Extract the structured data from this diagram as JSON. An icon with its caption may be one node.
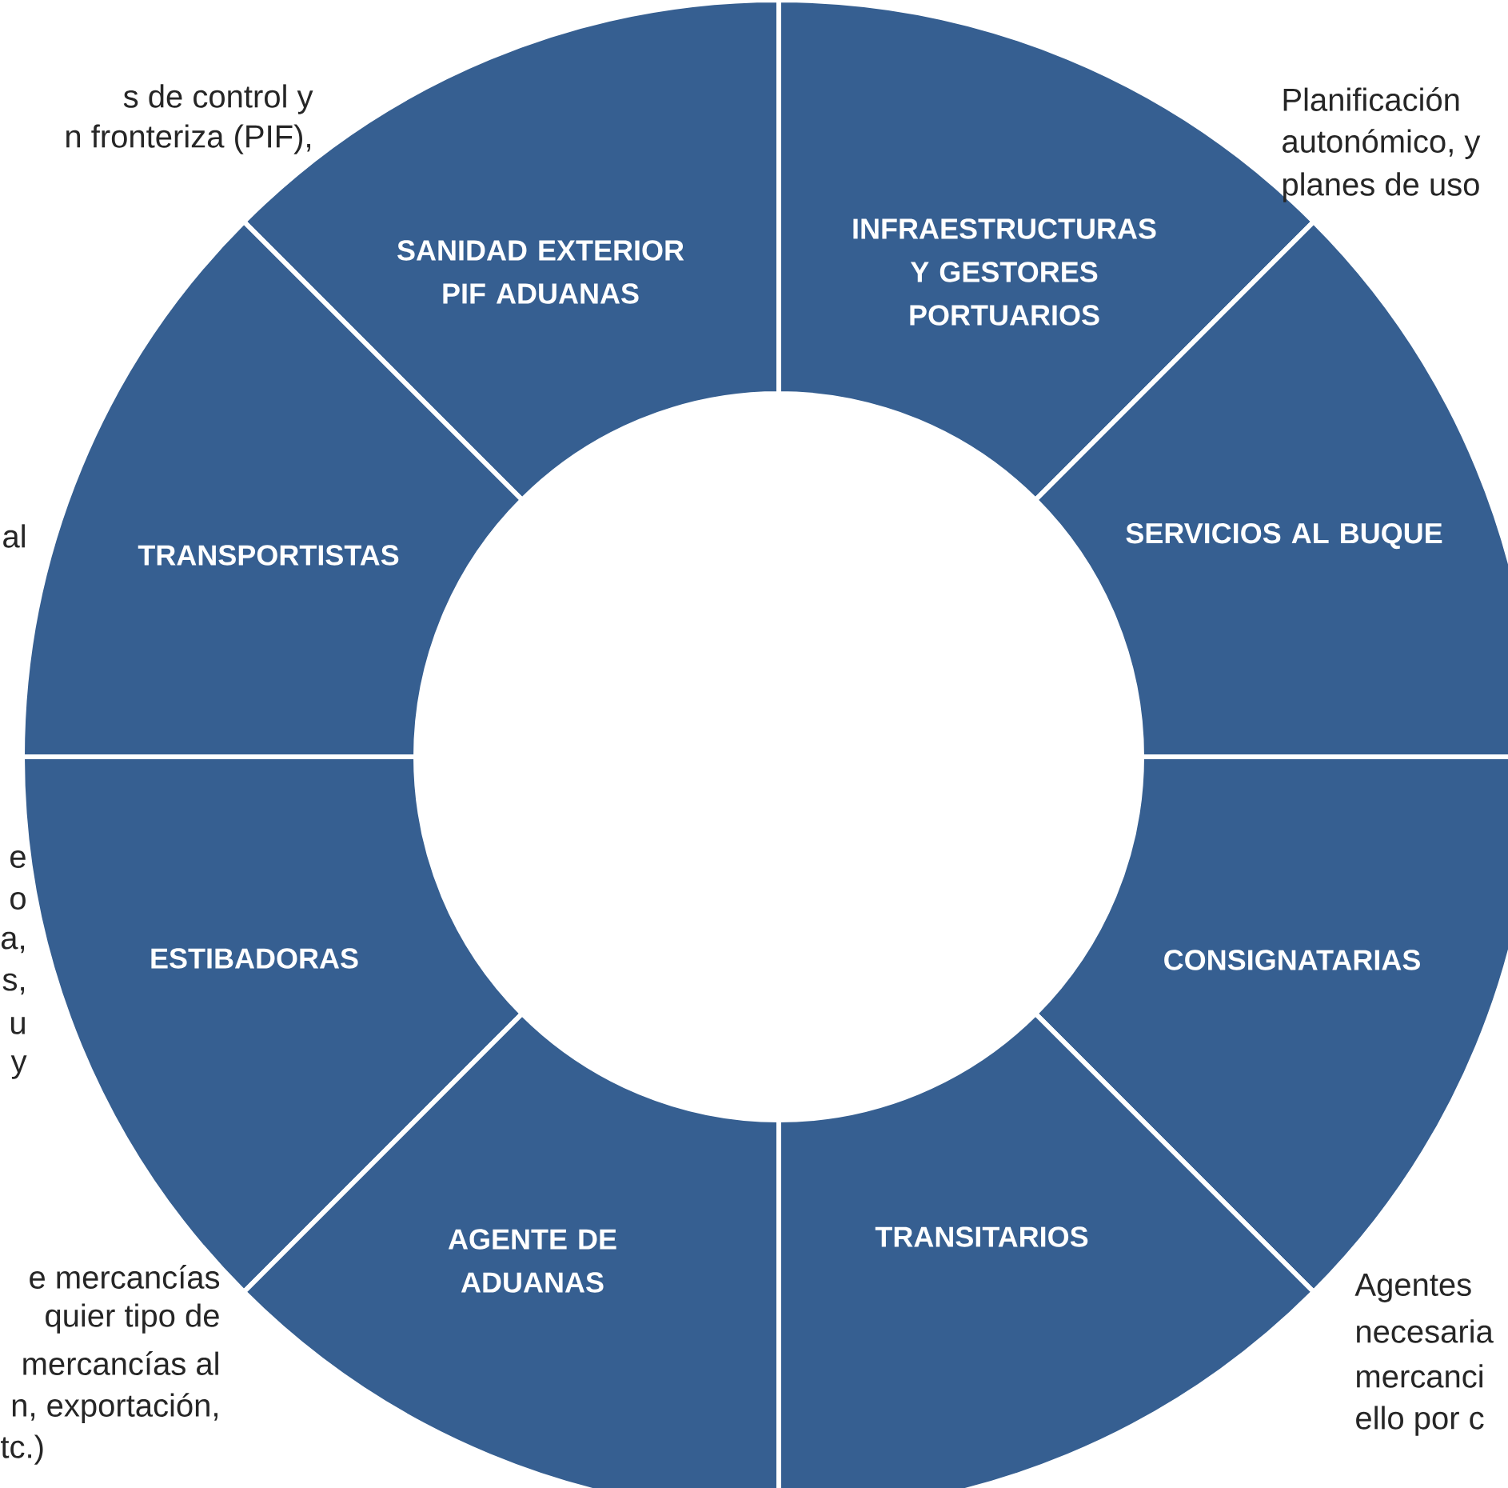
{
  "diagram": {
    "nodes": [
      {
        "text": [
          "SANIDAD EXTERIOR PIF ADUANAS"
        ]
      },
      {
        "text": [
          "INFRAESTRUCTURAS Y GESTORES PORTUARIOS"
        ]
      },
      {
        "text": [
          "TRANSPORTISTAS"
        ]
      },
      {
        "text": [
          "SERVICIOS AL BUQUE"
        ]
      },
      {
        "text": [
          "ESTIBADORAS"
        ]
      },
      {
        "text": [
          "CONSIGNATARIAS"
        ]
      },
      {
        "text": [
          "AGENTE DE ADUANAS"
        ]
      },
      {
        "text": [
          "TRANSITARIOS"
        ]
      }
    ],
    "labels": [
      "s de control y",
      "n fronteriza (PIF),",
      "Planificación",
      "autonómico, y",
      "planes de uso",
      "al",
      "e",
      "o",
      "a,",
      "s,",
      "u",
      "y",
      "e mercancías",
      "quier tipo de",
      "mercancías al",
      "n, exportación,",
      "tc.)",
      "Agentes",
      "necesaria",
      "mercanci",
      "ello por c"
    ]
  }
}
